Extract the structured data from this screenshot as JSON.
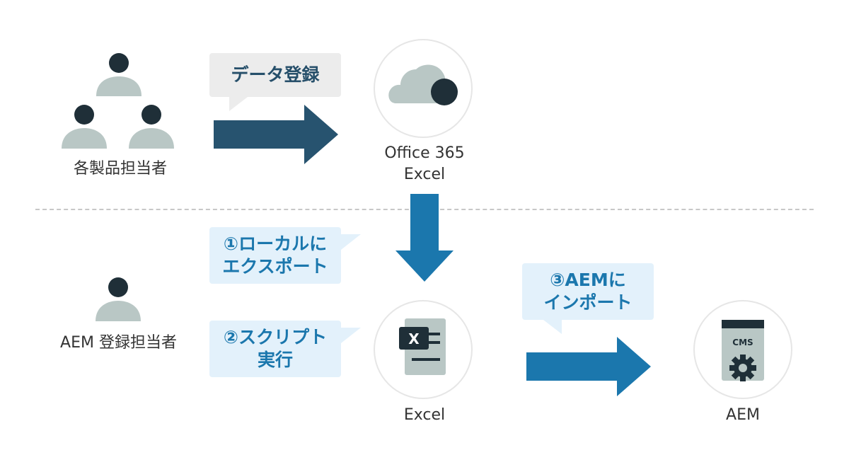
{
  "top": {
    "actors_label": "各製品担当者",
    "bubble_label": "データ登録",
    "office_label_line1": "Office 365",
    "office_label_line2": "Excel"
  },
  "bottom": {
    "aem_person_label": "AEM 登録担当者",
    "bubble1_line1": "①ローカルに",
    "bubble1_line2": "エクスポート",
    "bubble2_line1": "②スクリプト",
    "bubble2_line2": "実行",
    "bubble3_line1": "③AEMに",
    "bubble3_line2": "インポート",
    "excel_label": "Excel",
    "aem_label": "AEM",
    "excel_icon_letter": "X",
    "cms_icon_text": "CMS"
  },
  "colors": {
    "dark_arrow": "#27536f",
    "blue_arrow": "#1b77ad",
    "person_head": "#1f2f38",
    "person_body": "#b9c7c5",
    "divider": "#c8c8c8"
  }
}
